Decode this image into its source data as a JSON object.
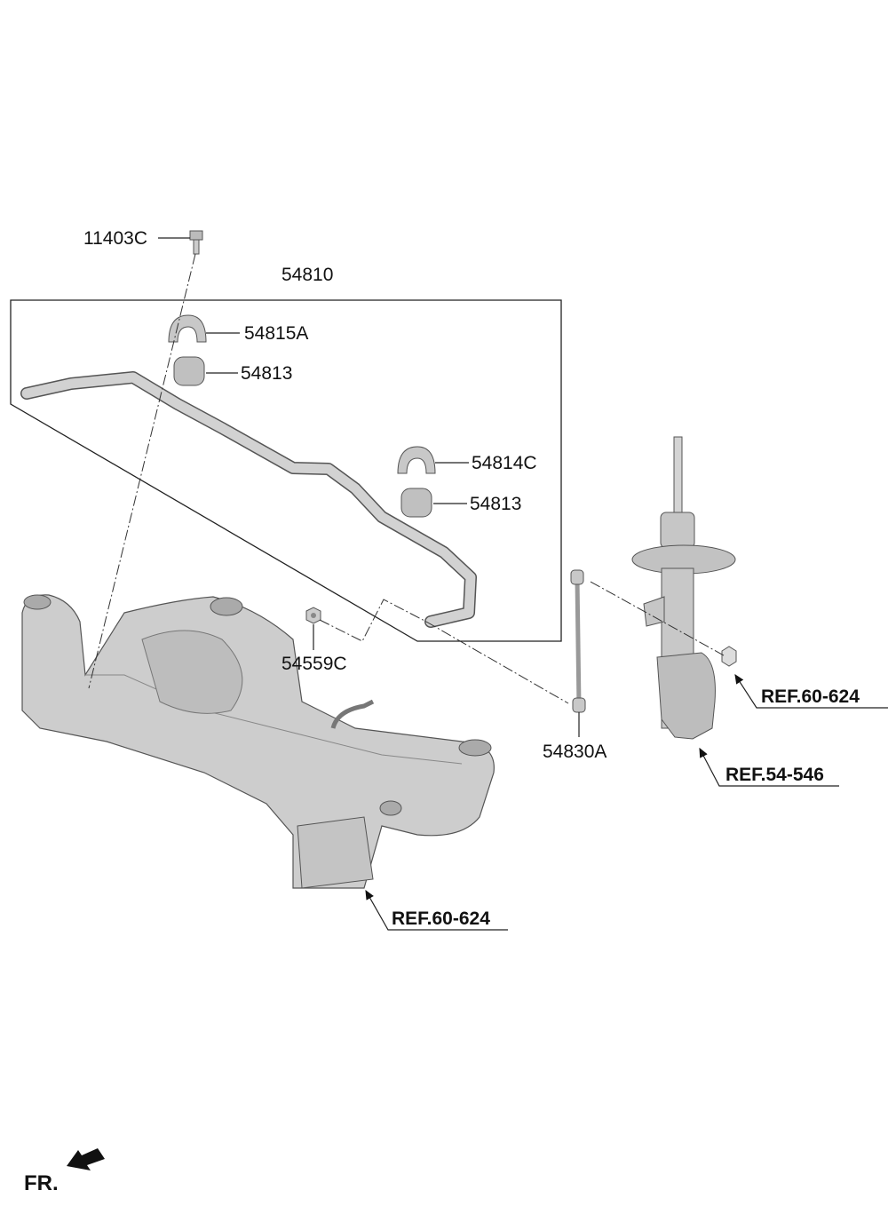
{
  "diagram": {
    "parts": [
      {
        "id": "bolt",
        "label": "11403C"
      },
      {
        "id": "stabilizer-bar-assy",
        "label": "54810"
      },
      {
        "id": "bracket-left",
        "label": "54815A"
      },
      {
        "id": "bushing-left",
        "label": "54813"
      },
      {
        "id": "bracket-right",
        "label": "54814C"
      },
      {
        "id": "bushing-right",
        "label": "54813"
      },
      {
        "id": "nut",
        "label": "54559C"
      },
      {
        "id": "stabilizer-link",
        "label": "54830A"
      }
    ],
    "references": [
      {
        "id": "strut-nut-ref",
        "label": "REF.60-624"
      },
      {
        "id": "strut-ref",
        "label": "REF.54-546"
      },
      {
        "id": "subframe-ref",
        "label": "REF.60-624"
      }
    ],
    "direction_label": "FR."
  }
}
